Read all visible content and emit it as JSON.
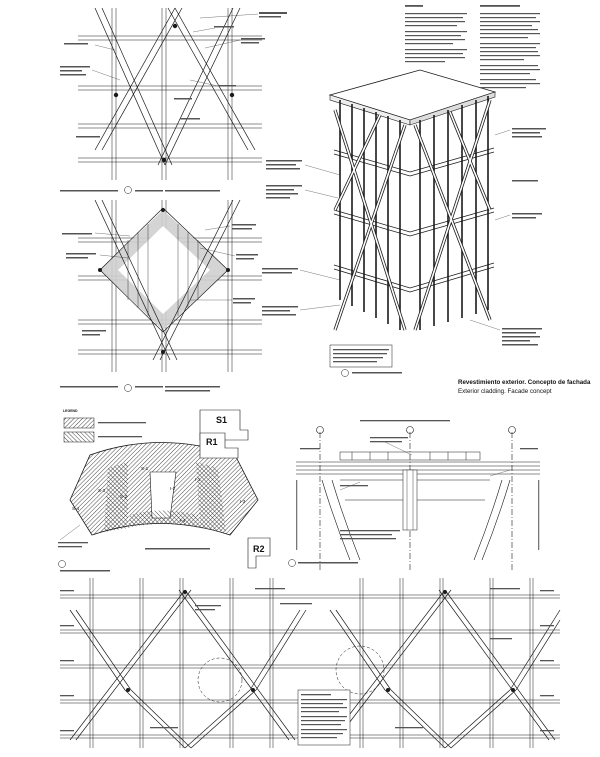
{
  "sheet_title": {
    "spanish": "Revestimiento exterior. Concepto de fachada",
    "english": "Exterior cladding. Facade concept"
  },
  "tags": {
    "s1": "S1",
    "r1": "R1",
    "r2": "R2"
  },
  "legend": {
    "title": "LEGEND"
  },
  "elevation_zones": [
    "S-1",
    "S-2",
    "S-3",
    "S-4",
    "I-1",
    "I-2",
    "I-3",
    "I-4"
  ],
  "colors": {
    "line": "#1a1a1a",
    "hatch_fill": "#9a9a9a",
    "panel_fill": "#cfcfcf",
    "paper": "#ffffff"
  }
}
